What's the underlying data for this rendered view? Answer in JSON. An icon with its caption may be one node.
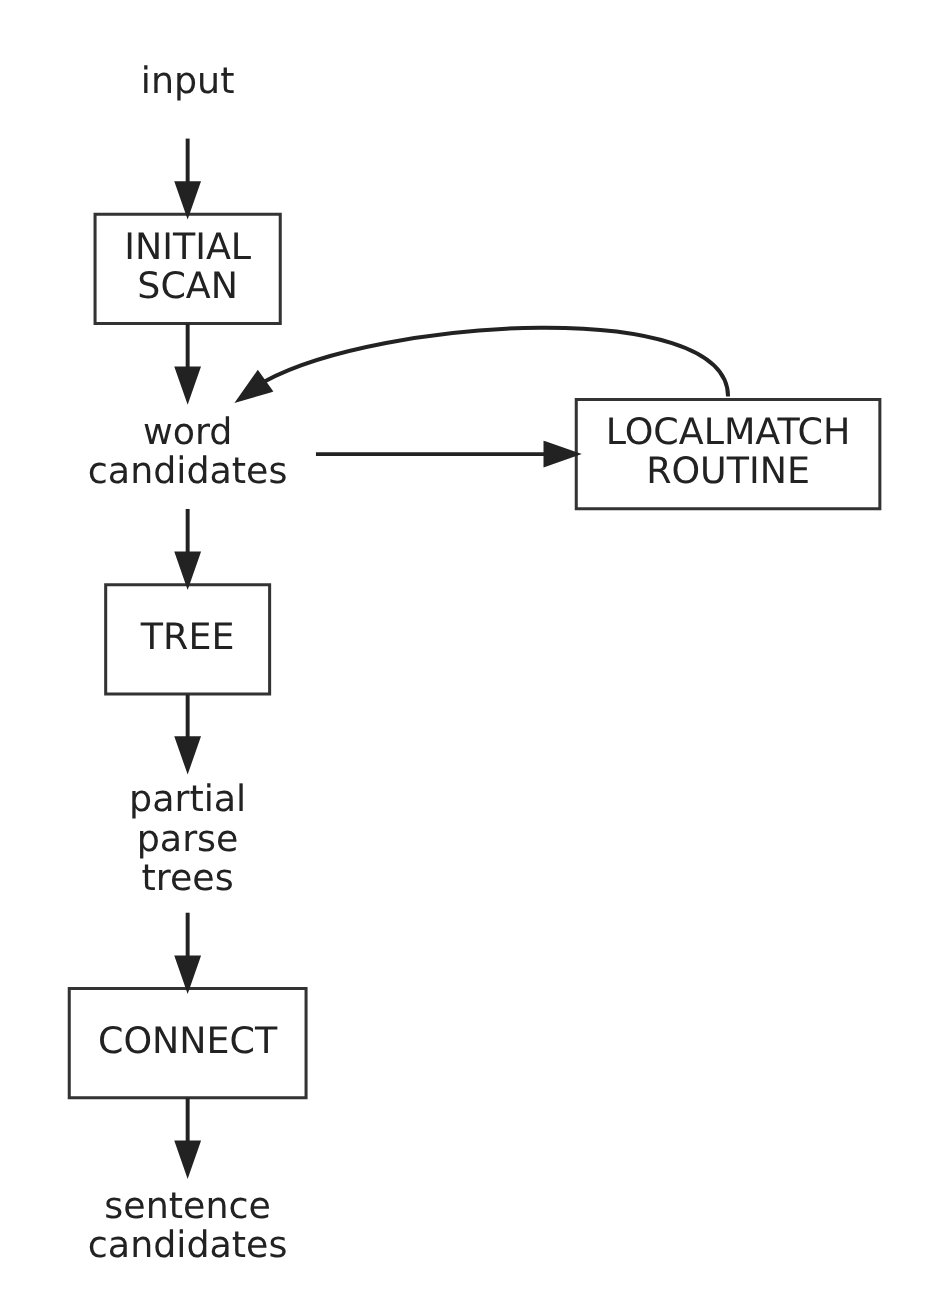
{
  "diagram": {
    "nodes": [
      {
        "text": [
          "input"
        ]
      },
      {
        "text": [
          "INITIAL SCAN"
        ]
      },
      {
        "text": [
          "word candidates"
        ]
      },
      {
        "text": [
          "LOCALMATCH ROUTINE"
        ]
      },
      {
        "text": [
          "TREE"
        ]
      },
      {
        "text": [
          "partial parse trees"
        ]
      },
      {
        "text": [
          "CONNECT"
        ]
      },
      {
        "text": [
          "sentence candidates"
        ]
      }
    ],
    "edges": [
      {
        "from": 0,
        "to": 1,
        "arrow": "to"
      },
      {
        "from": 1,
        "to": 2,
        "arrow": "to"
      },
      {
        "from": 2,
        "to": 3,
        "arrow": "to"
      },
      {
        "from": 3,
        "to": 2,
        "arrow": "to"
      },
      {
        "from": 2,
        "to": 4,
        "arrow": "to"
      },
      {
        "from": 4,
        "to": 5,
        "arrow": "to"
      },
      {
        "from": 5,
        "to": 6,
        "arrow": "to"
      },
      {
        "from": 6,
        "to": 7,
        "arrow": "to"
      }
    ]
  }
}
